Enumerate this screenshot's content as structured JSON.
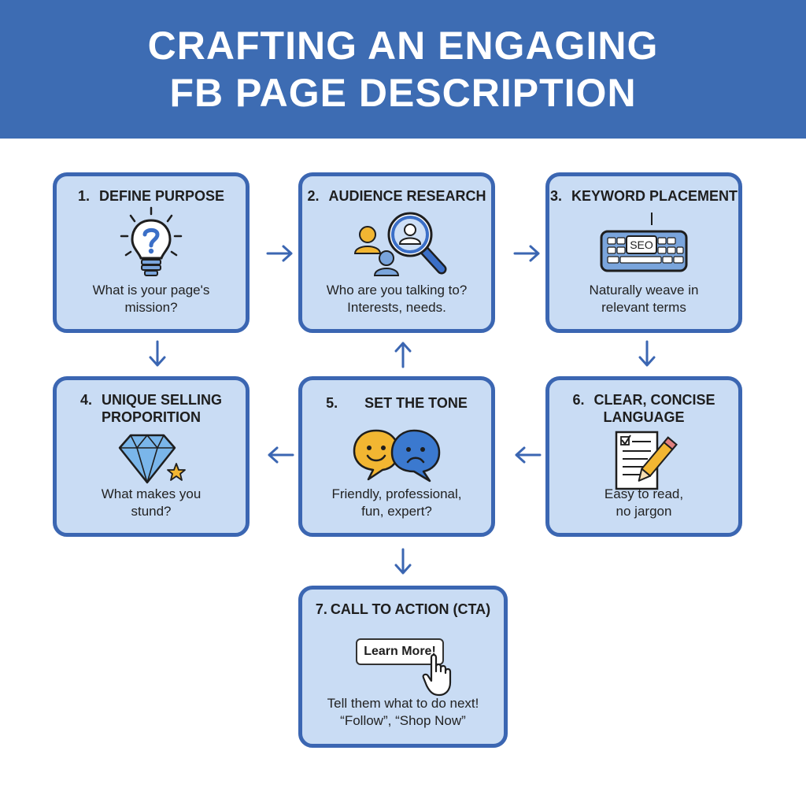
{
  "header": {
    "title_line1": "CRAFTING AN ENGAGING",
    "title_line2": "FB PAGE DESCRIPTION"
  },
  "steps": [
    {
      "num": "1.",
      "title": "DEFINE PURPOSE",
      "desc1": "What is your page's",
      "desc2": "mission?",
      "icon": "lightbulb-question-icon"
    },
    {
      "num": "2.",
      "title": "AUDIENCE RESEARCH",
      "desc1": "Who are you talking to?",
      "desc2": "Interests, needs.",
      "icon": "magnifier-people-icon"
    },
    {
      "num": "3.",
      "title": "KEYWORD PLACEMENT",
      "desc1": "Naturally weave in",
      "desc2": "relevant terms",
      "icon": "seo-keyboard-icon",
      "icon_text": "SEO"
    },
    {
      "num": "4.",
      "title1": "UNIQUE SELLING",
      "title2": "PROPORITION",
      "desc1": "What makes you",
      "desc2": "stund?",
      "icon": "diamond-star-icon"
    },
    {
      "num": "5.",
      "title": "SET THE TONE",
      "desc1": "Friendly, professional,",
      "desc2": "fun, expert?",
      "icon": "speech-bubbles-faces-icon"
    },
    {
      "num": "6.",
      "title1": "CLEAR, CONCISE",
      "title2": "LANGUAGE",
      "desc1": "Easy to read,",
      "desc2": "no jargon",
      "icon": "checklist-pencil-icon"
    },
    {
      "num": "7.",
      "title": "CALL TO ACTION (CTA)",
      "button_label": "Learn More!",
      "desc1": "Tell them what to do next!",
      "desc2": "“Follow”, “Shop Now”",
      "icon": "pointer-hand-icon"
    }
  ],
  "colors": {
    "banner": "#3d6cb3",
    "card_fill": "#c9dcf4",
    "card_border": "#3b66b2",
    "icon_blue": "#3b6fc7",
    "icon_yellow": "#f2b632"
  }
}
